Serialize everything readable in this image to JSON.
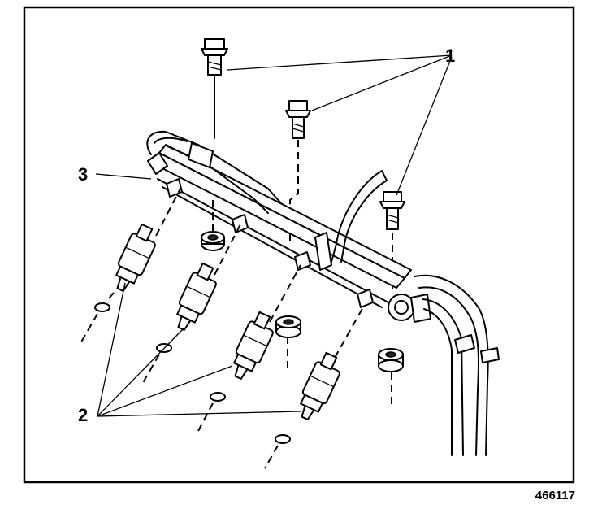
{
  "callouts": {
    "c1": "1",
    "c2": "2",
    "c3": "3"
  },
  "figure_id": "466117"
}
